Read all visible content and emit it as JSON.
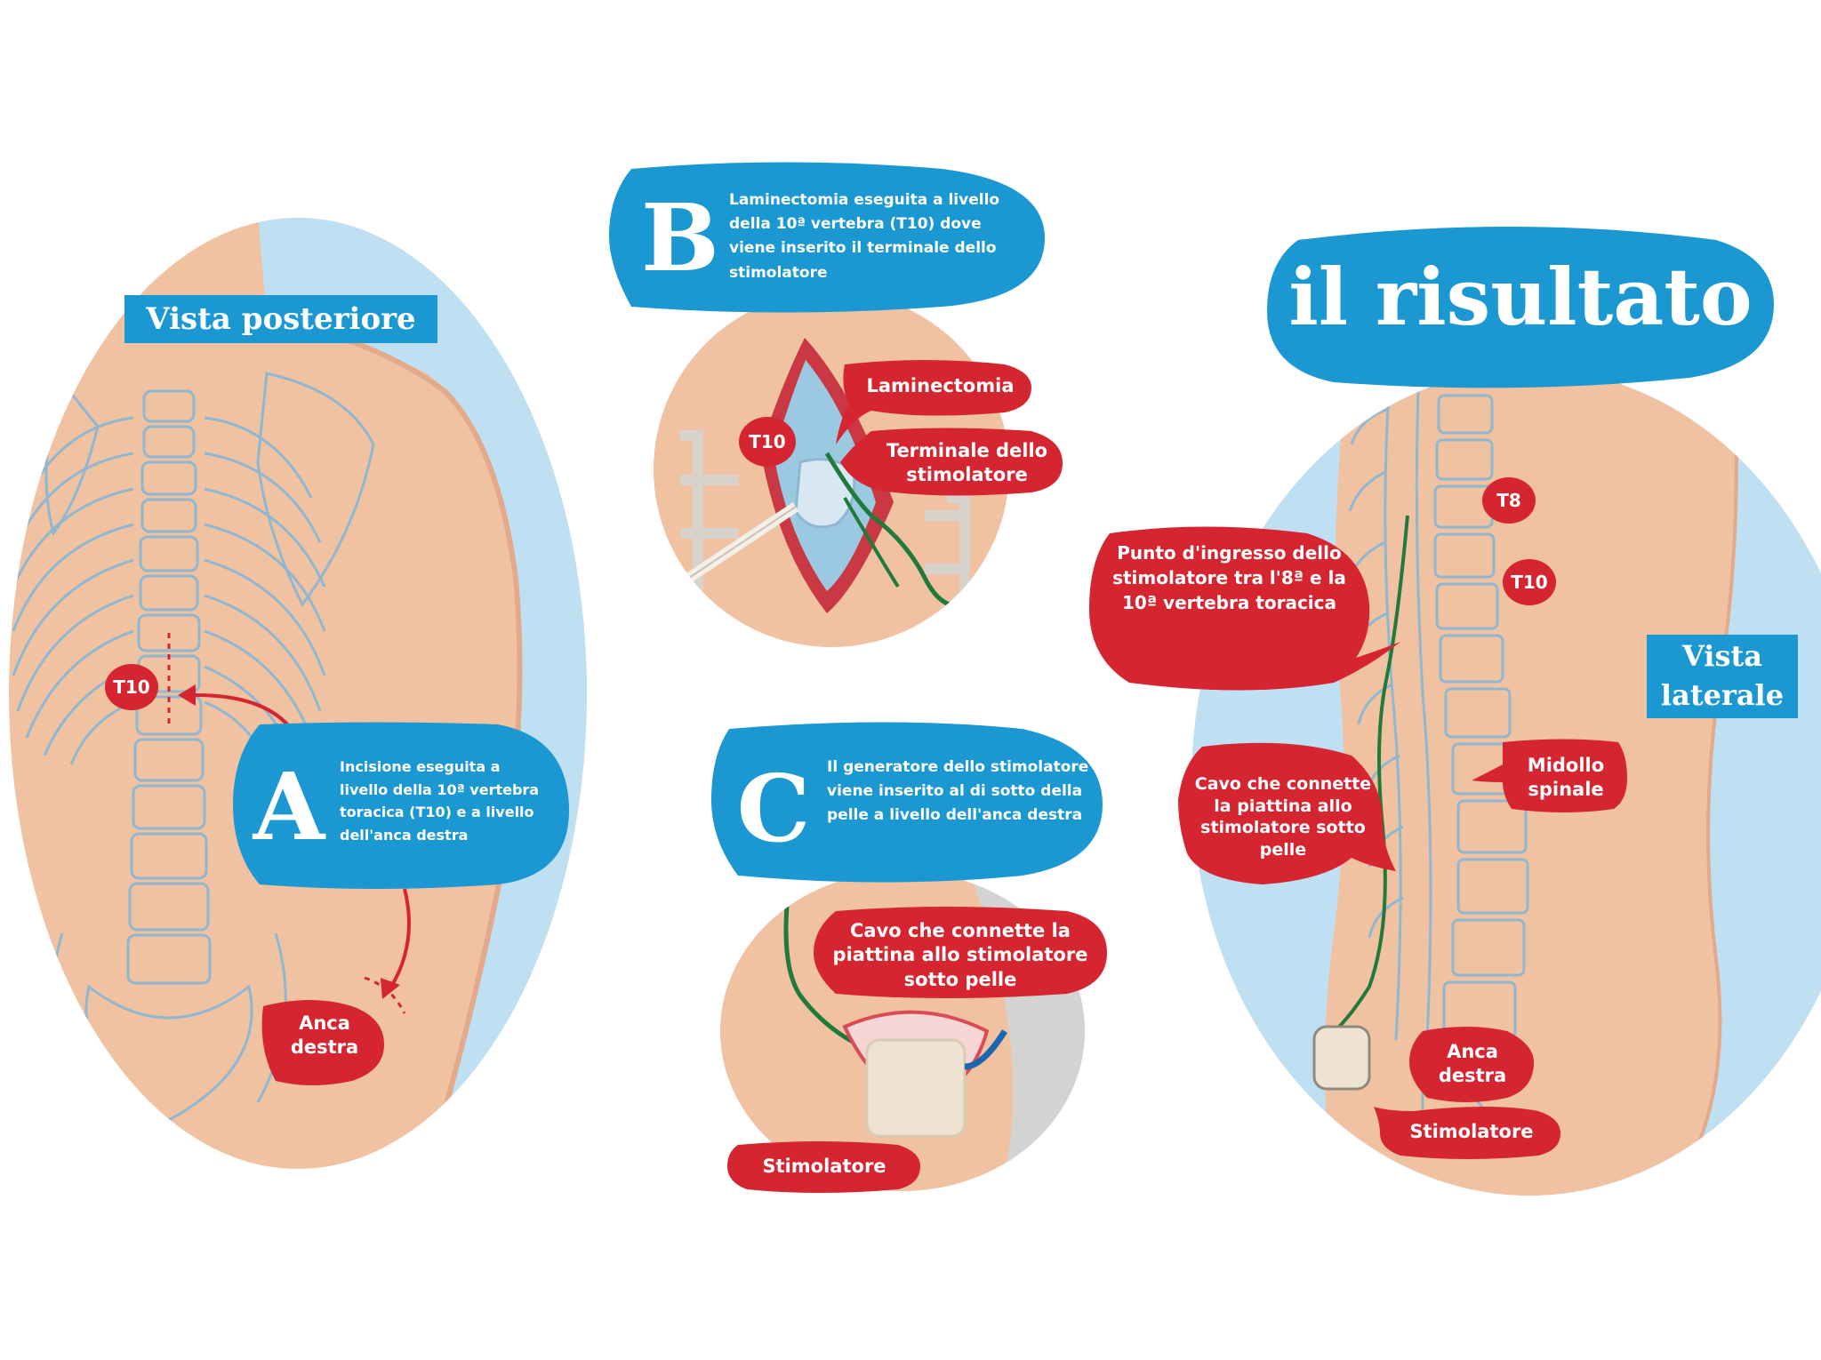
{
  "panel_posterior": {
    "view_label": "Vista posteriore",
    "vertebra": "T10",
    "step_letter": "A",
    "step_text": "Incisione eseguita a livello della 10ª vertebra toracica (T10) e a livello dell'anca destra",
    "hip_label": "Anca destra"
  },
  "panel_b": {
    "step_letter": "B",
    "step_text": "Laminectomia eseguita a livello della 10ª vertebra (T10) dove viene inserito il terminale dello stimolatore",
    "vertebra": "T10",
    "laminectomy_label": "Laminectomia",
    "terminal_label": "Terminale dello stimolatore"
  },
  "panel_c": {
    "step_letter": "C",
    "step_text": "Il generatore dello stimolatore viene inserito al di sotto della pelle a livello dell'anca destra",
    "cable_label": "Cavo che connette la piattina allo stimolatore sotto pelle",
    "stimulator_label": "Stimolatore"
  },
  "panel_result": {
    "title": "il risultato",
    "view_label": "Vista laterale",
    "t8": "T8",
    "t10": "T10",
    "entry_label": "Punto d'ingresso dello stimolatore tra l'8ª e la 10ª vertebra toracica",
    "cable_label": "Cavo che connette la piattina allo stimolatore sotto pelle",
    "spinal_cord_label": "Midollo spinale",
    "hip_label": "Anca destra",
    "stimulator_label": "Stimolatore"
  },
  "colors": {
    "skin": "#f1c2a2",
    "skin_shadow": "#e2a98a",
    "light_blue": "#bfe0f2",
    "callout_blue": "#1b98d2",
    "callout_red": "#d42531",
    "bone_line": "#8fb7cf",
    "cable_green": "#1f7a3b"
  }
}
